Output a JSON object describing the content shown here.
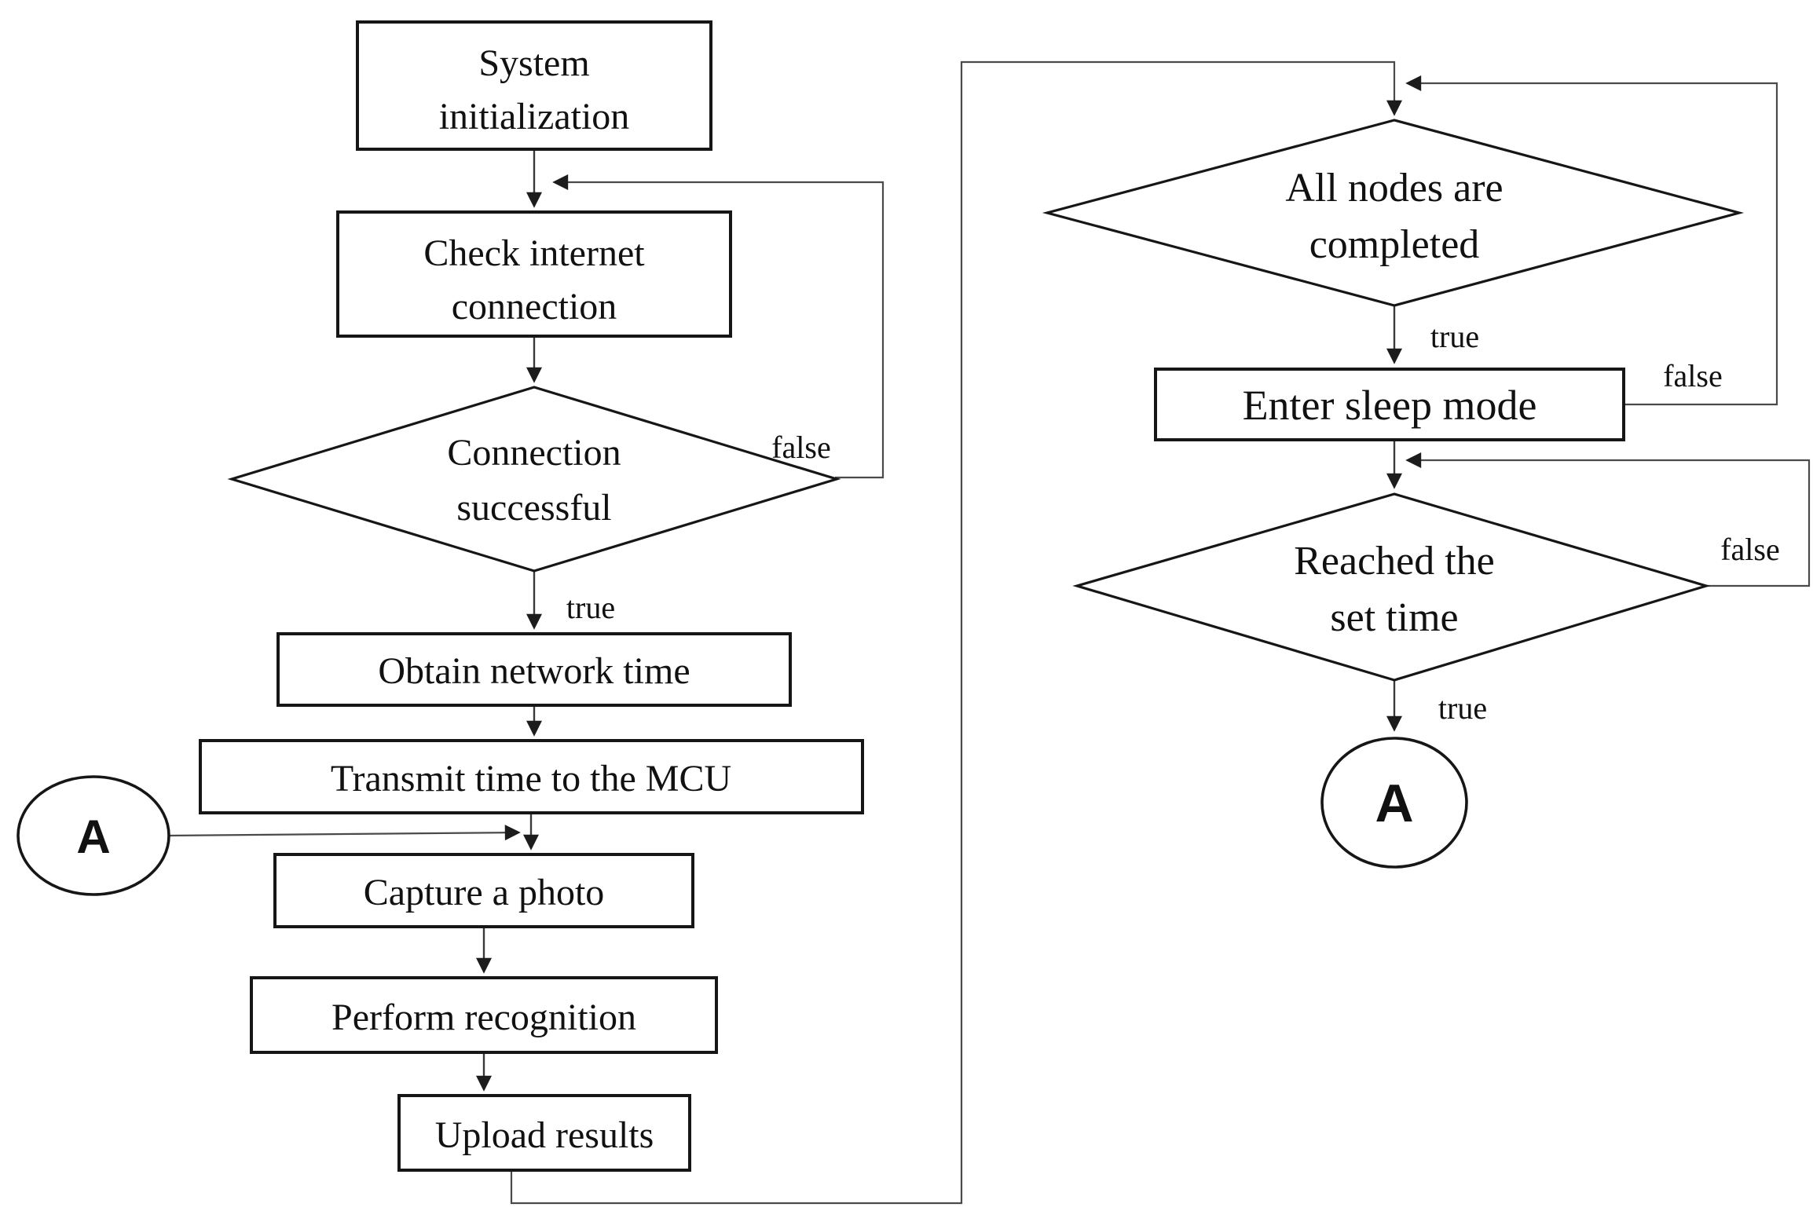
{
  "figure": {
    "background_color": "#ffffff",
    "shape_outline_color": "#161616",
    "connector_color": "#3a3a3a",
    "text_color": "#111111"
  },
  "nodes": {
    "system_init": {
      "shape": "process",
      "line1": "System",
      "line2": "initialization"
    },
    "check_internet": {
      "shape": "process",
      "line1": "Check internet",
      "line2": "connection"
    },
    "connection_successful": {
      "shape": "decision",
      "line1": "Connection",
      "line2": "successful"
    },
    "obtain_network_time": {
      "shape": "process",
      "label": "Obtain network time"
    },
    "transmit_time_mcu": {
      "shape": "process",
      "label": "Transmit time to the MCU"
    },
    "connector_a_left": {
      "shape": "connector",
      "label": "A"
    },
    "capture_photo": {
      "shape": "process",
      "label": "Capture a photo"
    },
    "perform_recognition": {
      "shape": "process",
      "label": "Perform recognition"
    },
    "upload_results": {
      "shape": "process",
      "label": "Upload results"
    },
    "all_nodes_completed": {
      "shape": "decision",
      "line1": "All nodes are",
      "line2": "completed"
    },
    "enter_sleep_mode": {
      "shape": "process",
      "label": "Enter sleep mode"
    },
    "reached_set_time": {
      "shape": "decision",
      "line1": "Reached the",
      "line2": "set time"
    },
    "connector_a_right": {
      "shape": "connector",
      "label": "A"
    }
  },
  "edge_labels": {
    "connection_true": "true",
    "connection_false": "false",
    "all_nodes_true": "true",
    "enter_sleep_false": "false",
    "reached_true": "true",
    "reached_false": "false"
  }
}
